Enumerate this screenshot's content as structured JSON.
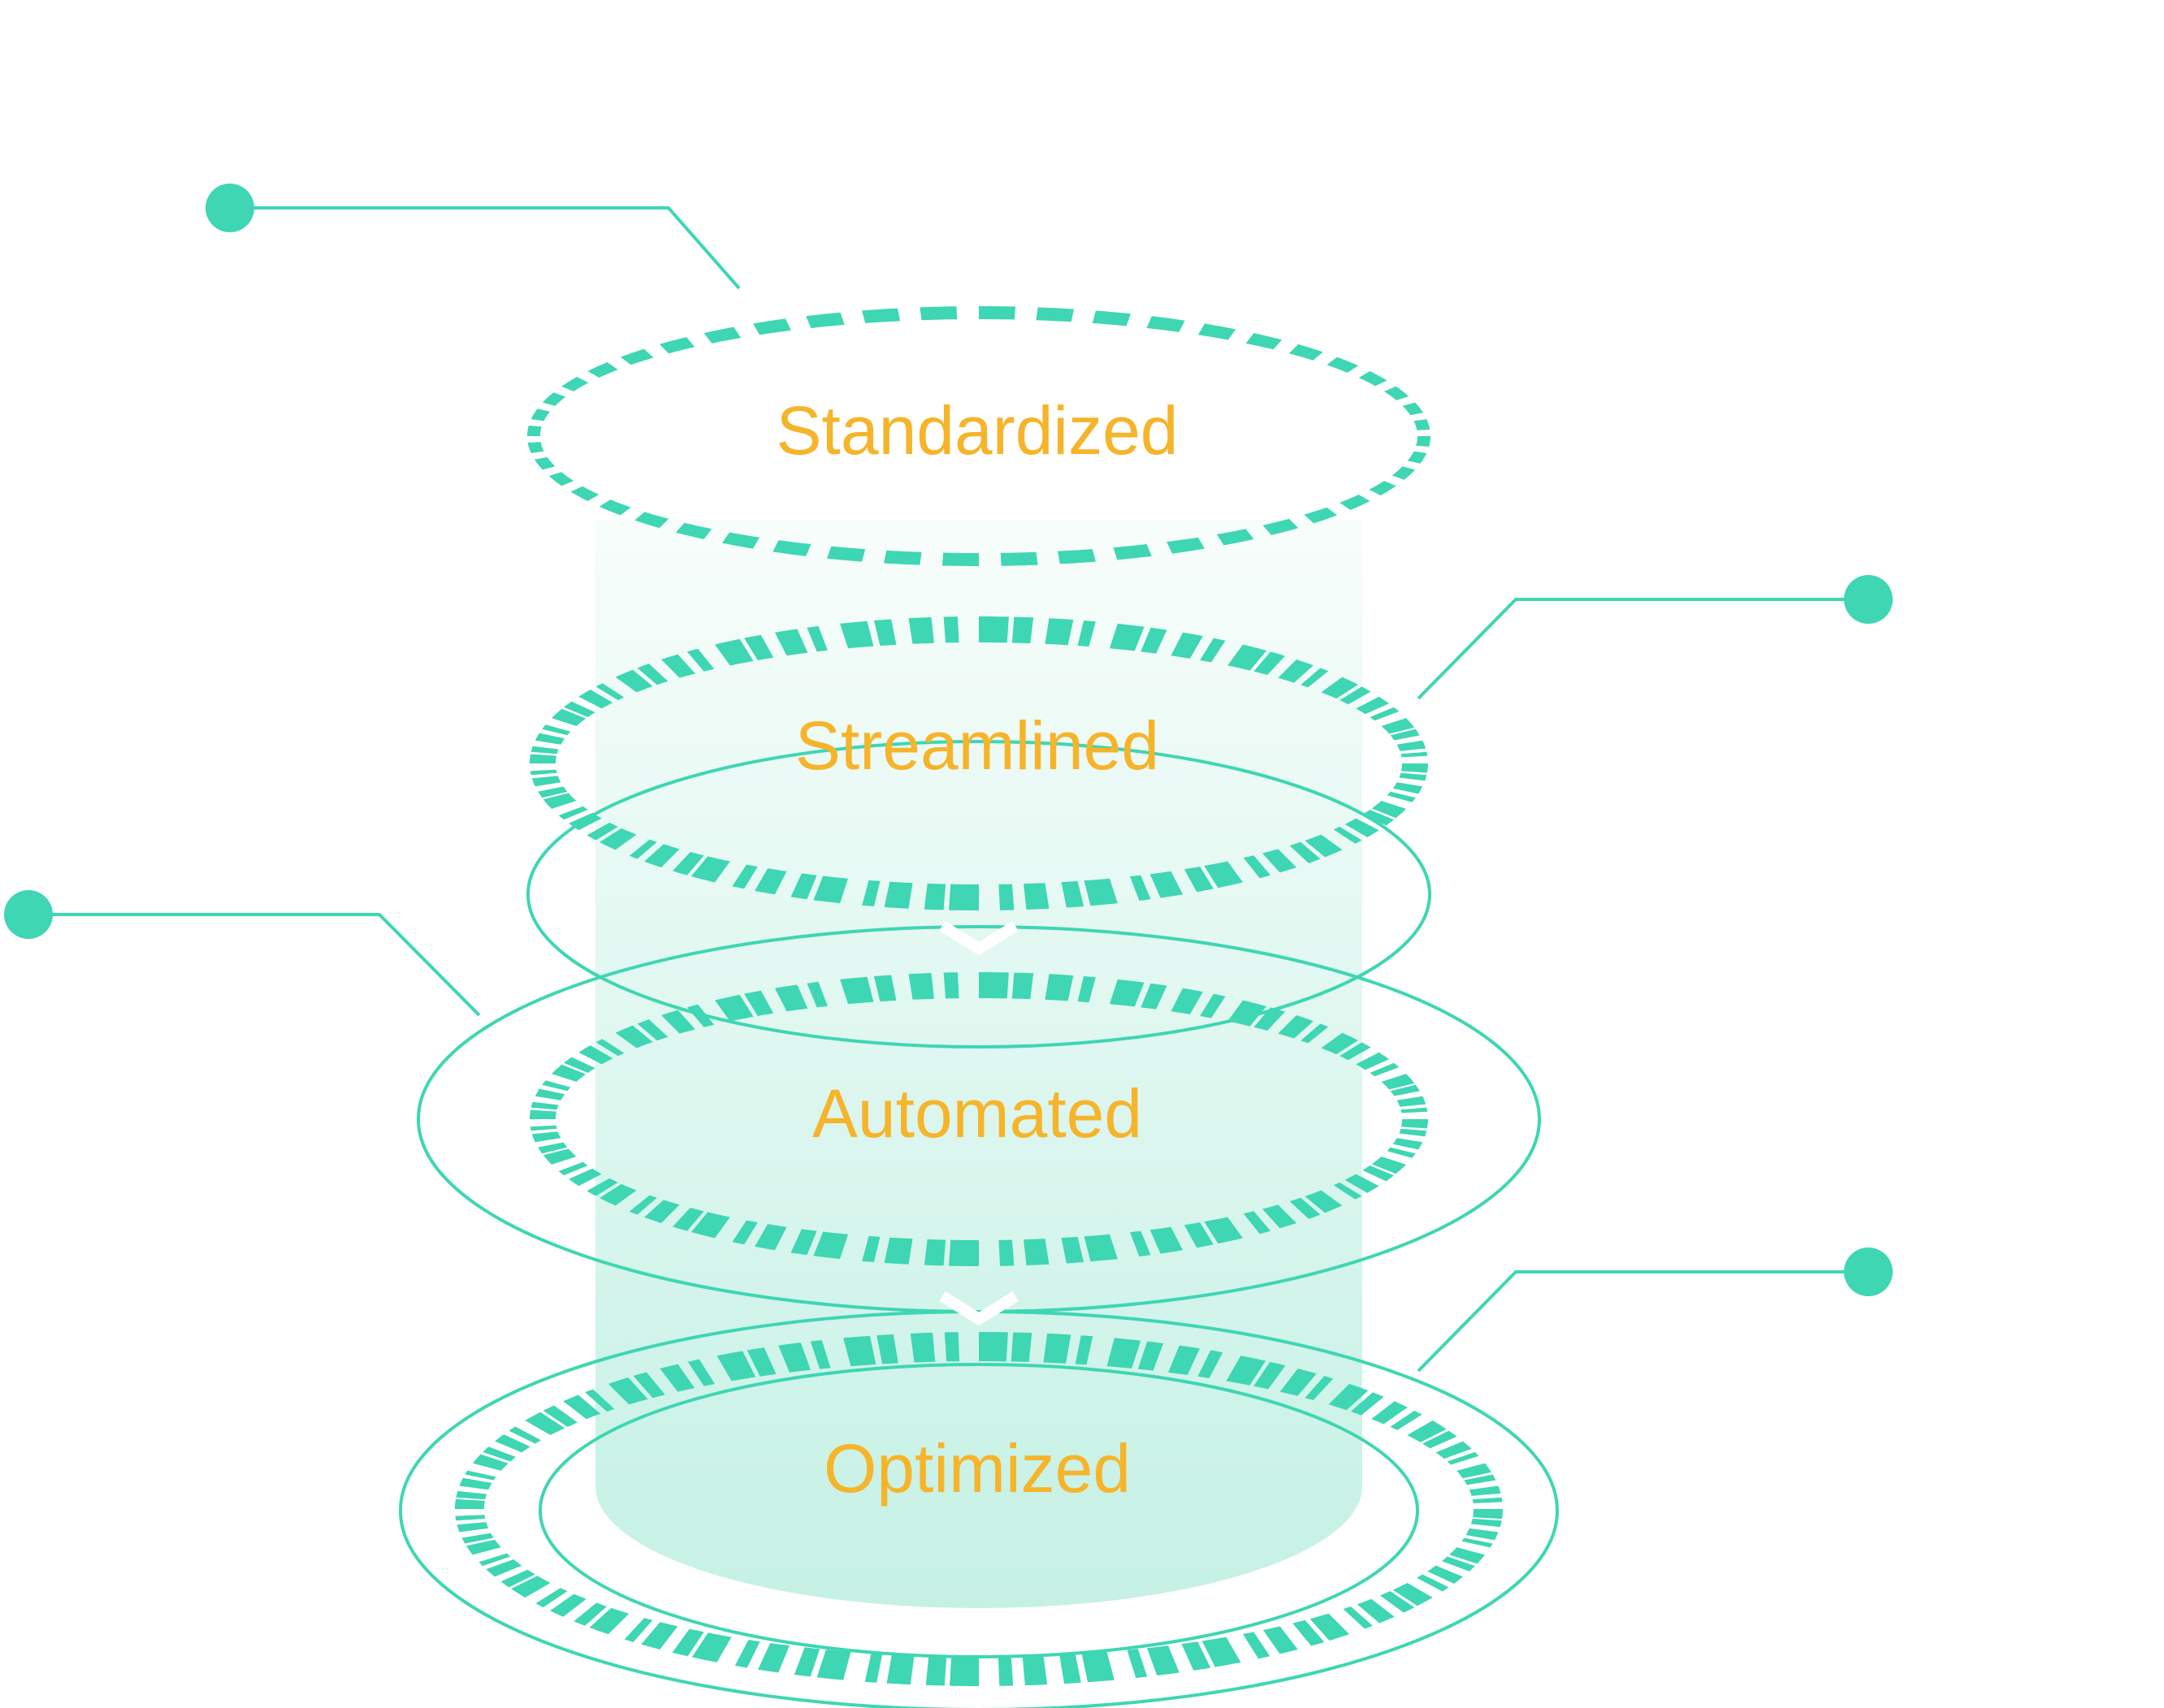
{
  "diagram": {
    "stages": [
      {
        "label": "Standardized"
      },
      {
        "label": "Streamlined"
      },
      {
        "label": "Automated"
      },
      {
        "label": "Optimized"
      }
    ],
    "colors": {
      "accent": "#3ED6B3",
      "label": "#F6B42A",
      "column_top": "#F7FDFB",
      "column_bottom": "#C5F1E4",
      "chevron": "#FFFFFF"
    },
    "icons": {
      "callout_marker": "filled-circle",
      "flow_marker": "chevron-down"
    }
  }
}
